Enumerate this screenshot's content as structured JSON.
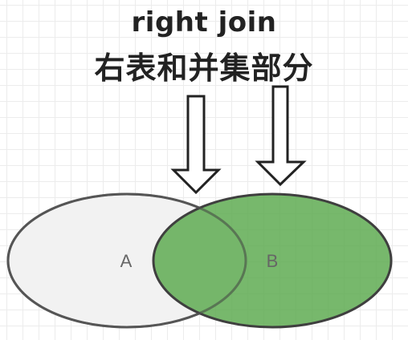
{
  "diagram": {
    "title_line1": "right join",
    "title_line2": "右表和并集部分",
    "circle_a": {
      "label": "A",
      "fill": "#f2f2f2",
      "stroke": "#555555"
    },
    "circle_b": {
      "label": "B",
      "fill": "#6aaf5f",
      "stroke": "#3f3f3f"
    },
    "arrow_color": "#222222"
  }
}
